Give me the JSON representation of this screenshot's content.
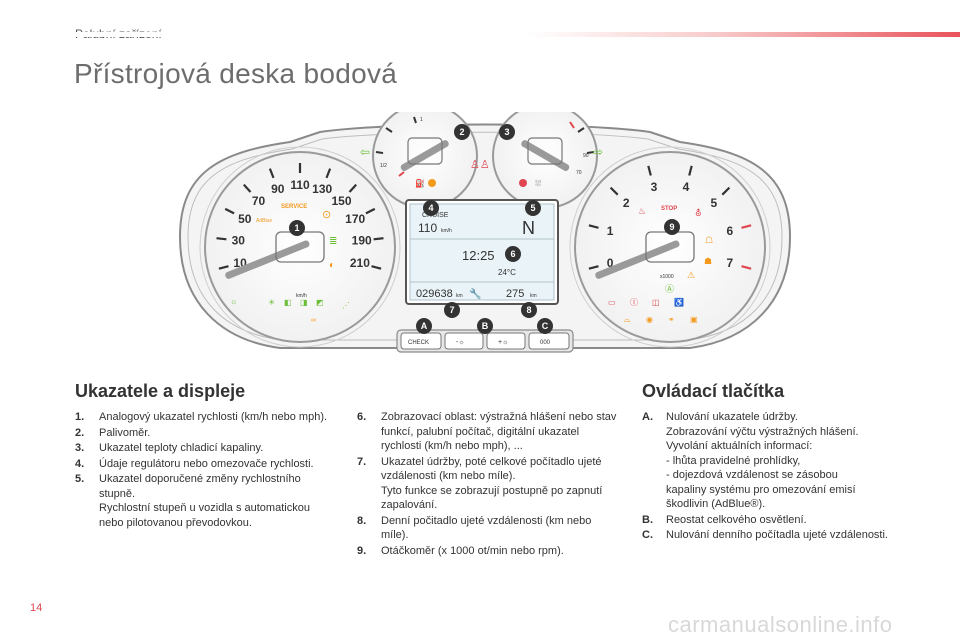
{
  "header": {
    "section": "Palubní zařízení"
  },
  "page_title": "Přístrojová deska bodová",
  "figure": {
    "speed_ticks": [
      "10",
      "30",
      "50",
      "70",
      "90",
      "110",
      "130",
      "150",
      "170",
      "190",
      "210"
    ],
    "speed_unit": "km/h",
    "service_label": "SERVICE",
    "adblue_label": "AdBlue",
    "temp_labels": [
      "1/2",
      "1",
      "90",
      "70"
    ],
    "display": {
      "cruise_label": "CRUISE",
      "speed_value": "110",
      "speed_unit": "km/h",
      "gear": "N",
      "time": "12:25",
      "temperature": "24°C",
      "odometer": "029638",
      "odometer_unit": "km",
      "trip": "275",
      "trip_unit": "km"
    },
    "rpm_ticks": [
      "0",
      "1",
      "2",
      "3",
      "4",
      "5",
      "6",
      "7"
    ],
    "rpm_unit": "x1000",
    "stop_label": "STOP",
    "buttons": [
      {
        "label": "CHECK"
      },
      {
        "label": "-☼"
      },
      {
        "label": "+☼"
      },
      {
        "label": "000"
      }
    ],
    "callouts": [
      "1",
      "2",
      "3",
      "4",
      "5",
      "6",
      "7",
      "8",
      "9",
      "A",
      "B",
      "C"
    ]
  },
  "left_section": {
    "title": "Ukazatele a displeje",
    "col1": [
      {
        "num": "1.",
        "text": "Analogový ukazatel rychlosti (km/h nebo mph)."
      },
      {
        "num": "2.",
        "text": "Palivoměr."
      },
      {
        "num": "3.",
        "text": "Ukazatel teploty chladicí kapaliny."
      },
      {
        "num": "4.",
        "text": "Údaje regulátoru nebo omezovače rychlosti."
      },
      {
        "num": "5.",
        "text": "Ukazatel doporučené změny rychlostního stupně.\nRychlostní stupeň u vozidla s automatickou nebo pilotovanou převodovkou."
      }
    ],
    "col2": [
      {
        "num": "6.",
        "text": "Zobrazovací oblast: výstražná hlášení nebo stav funkcí, palubní počítač, digitální ukazatel rychlosti (km/h nebo mph), ..."
      },
      {
        "num": "7.",
        "text": "Ukazatel údržby, poté celkové počítadlo ujeté vzdálenosti (km nebo míle).\nTyto funkce se zobrazují postupně po zapnutí zapalování."
      },
      {
        "num": "8.",
        "text": "Denní počitadlo ujeté vzdálenosti (km nebo míle)."
      },
      {
        "num": "9.",
        "text": "Otáčkoměr (x 1000 ot/min nebo rpm)."
      }
    ]
  },
  "right_section": {
    "title": "Ovládací tlačítka",
    "items": [
      {
        "num": "A.",
        "text": "Nulování ukazatele údržby.\nZobrazování výčtu výstražných hlášení.\nVyvolání aktuálních informací:\n-  lhůta pravidelné prohlídky,\n-  dojezdová vzdálenost se zásobou\n   kapaliny systému pro omezování emisí\n   škodlivin (AdBlue®)."
      },
      {
        "num": "B.",
        "text": "Reostat celkového osvětlení."
      },
      {
        "num": "C.",
        "text": "Nulování denního počítadla ujeté vzdálenosti."
      }
    ]
  },
  "footer": {
    "page_number": "14",
    "watermark": "carmanualsonline.info"
  },
  "colors": {
    "accent": "#e0464f",
    "callout": "#333333",
    "green_icon": "#6cbf3a",
    "orange_icon": "#f39a1e",
    "red_icon": "#e0464f"
  }
}
